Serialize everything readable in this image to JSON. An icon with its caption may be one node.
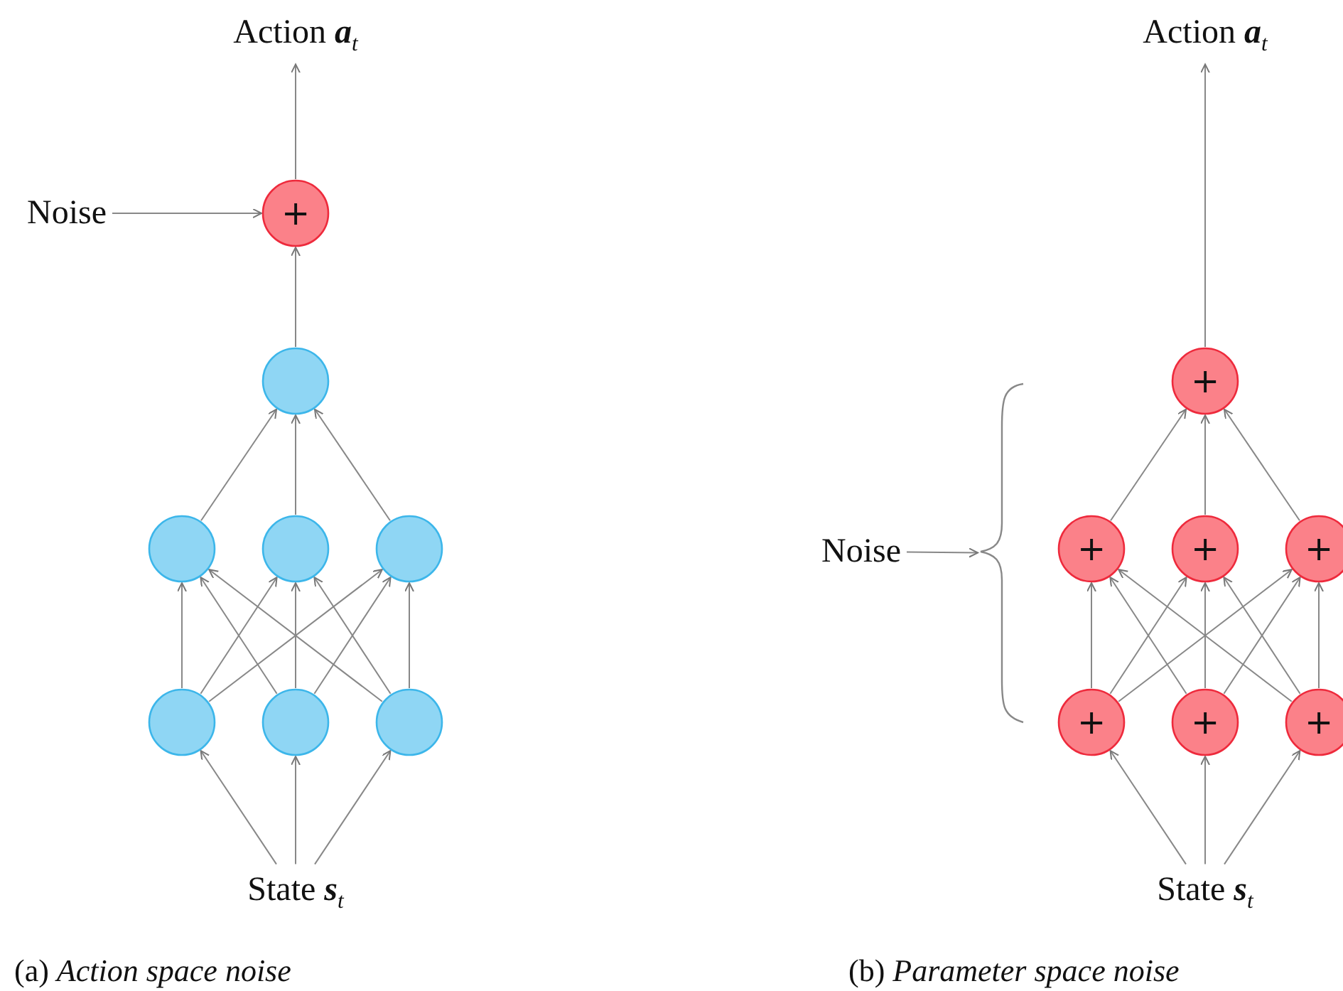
{
  "diagram": {
    "nodes": [
      {
        "text": [
          "Action **a**$_{t}$"
        ]
      },
      {
        "text": [
          "Noise"
        ]
      },
      {
        "text": [
          "+"
        ]
      },
      {
        "text": [],
        "shape": "circle"
      },
      {
        "text": [],
        "shape": "circle"
      },
      {
        "text": [],
        "shape": "circle"
      },
      {
        "text": [],
        "shape": "circle"
      },
      {
        "text": [],
        "shape": "circle"
      },
      {
        "text": [],
        "shape": "circle"
      },
      {
        "text": [],
        "shape": "circle"
      },
      {
        "text": [
          "State **s**$_{t}$"
        ]
      },
      {
        "text": [
          "Action **a**$_{t}$"
        ]
      },
      {
        "text": [
          "+"
        ]
      },
      {
        "text": [
          "+"
        ]
      },
      {
        "text": [
          "+"
        ]
      },
      {
        "text": [
          "+"
        ]
      },
      {
        "text": [
          "+"
        ]
      },
      {
        "text": [
          "+"
        ]
      },
      {
        "text": [
          "+"
        ]
      },
      {
        "text": [
          "Noise"
        ]
      },
      {
        "text": [
          "State **s**$_{t}$"
        ]
      },
      {
        "text": [],
        "shape": "brace"
      }
    ],
    "edges": [
      {
        "from": 2,
        "to": 0,
        "arrow": "to"
      },
      {
        "from": 1,
        "to": 2,
        "arrow": "to"
      },
      {
        "from": 3,
        "to": 2,
        "arrow": "to"
      },
      {
        "from": 4,
        "to": 3,
        "arrow": "to"
      },
      {
        "from": 5,
        "to": 3,
        "arrow": "to"
      },
      {
        "from": 6,
        "to": 3,
        "arrow": "to"
      },
      {
        "from": 7,
        "to": 4,
        "arrow": "to"
      },
      {
        "from": 7,
        "to": 5,
        "arrow": "to"
      },
      {
        "from": 7,
        "to": 6,
        "arrow": "to"
      },
      {
        "from": 8,
        "to": 4,
        "arrow": "to"
      },
      {
        "from": 8,
        "to": 5,
        "arrow": "to"
      },
      {
        "from": 8,
        "to": 6,
        "arrow": "to"
      },
      {
        "from": 9,
        "to": 4,
        "arrow": "to"
      },
      {
        "from": 9,
        "to": 5,
        "arrow": "to"
      },
      {
        "from": 9,
        "to": 6,
        "arrow": "to"
      },
      {
        "from": 10,
        "to": 7,
        "arrow": "to"
      },
      {
        "from": 10,
        "to": 8,
        "arrow": "to"
      },
      {
        "from": 10,
        "to": 9,
        "arrow": "to"
      },
      {
        "from": 12,
        "to": 11,
        "arrow": "to"
      },
      {
        "from": 13,
        "to": 12,
        "arrow": "to"
      },
      {
        "from": 14,
        "to": 12,
        "arrow": "to"
      },
      {
        "from": 15,
        "to": 12,
        "arrow": "to"
      },
      {
        "from": 16,
        "to": 13,
        "arrow": "to"
      },
      {
        "from": 16,
        "to": 14,
        "arrow": "to"
      },
      {
        "from": 16,
        "to": 15,
        "arrow": "to"
      },
      {
        "from": 17,
        "to": 13,
        "arrow": "to"
      },
      {
        "from": 17,
        "to": 14,
        "arrow": "to"
      },
      {
        "from": 17,
        "to": 15,
        "arrow": "to"
      },
      {
        "from": 18,
        "to": 13,
        "arrow": "to"
      },
      {
        "from": 18,
        "to": 14,
        "arrow": "to"
      },
      {
        "from": 18,
        "to": 15,
        "arrow": "to"
      },
      {
        "from": 20,
        "to": 16,
        "arrow": "to"
      },
      {
        "from": 20,
        "to": 17,
        "arrow": "to"
      },
      {
        "from": 20,
        "to": 18,
        "arrow": "to"
      },
      {
        "from": 19,
        "to": 21,
        "arrow": "to"
      }
    ],
    "labels": [
      "(a) *Action space noise*",
      "(b) *Parameter space noise*"
    ]
  }
}
